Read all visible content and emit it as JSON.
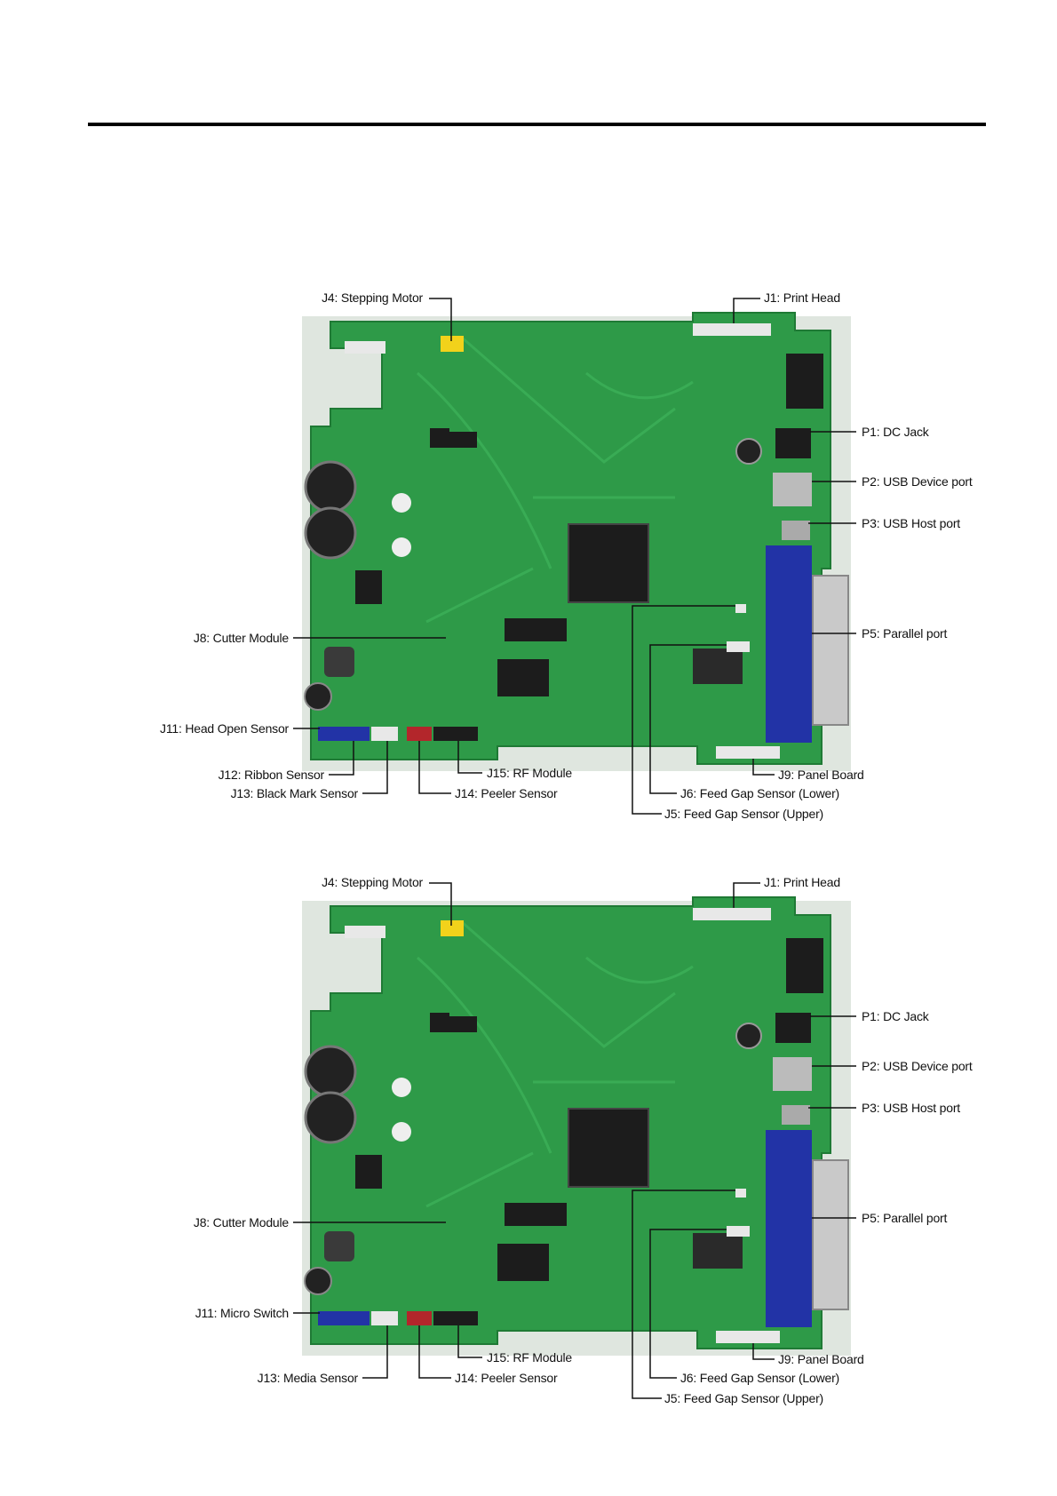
{
  "diagram_1": {
    "labels": {
      "j4": "J4: Stepping Motor",
      "j1": "J1: Print Head",
      "p1": "P1: DC Jack",
      "p2": "P2: USB Device port",
      "p3": "P3: USB Host port",
      "j8": "J8: Cutter Module",
      "p5": "P5: Parallel port",
      "j11": "J11: Head Open Sensor",
      "j12": "J12: Ribbon Sensor",
      "j15": "J15: RF Module",
      "j9": "J9: Panel Board",
      "j13": "J13: Black Mark Sensor",
      "j14": "J14: Peeler Sensor",
      "j6": "J6: Feed Gap Sensor (Lower)",
      "j5": "J5: Feed Gap Sensor (Upper)"
    }
  },
  "diagram_2": {
    "labels": {
      "j4": "J4: Stepping Motor",
      "j1": "J1: Print Head",
      "p1": "P1: DC Jack",
      "p2": "P2: USB Device port",
      "p3": "P3: USB Host port",
      "j8": "J8: Cutter Module",
      "p5": "P5: Parallel port",
      "j11": "J11: Micro Switch",
      "j15": "J15: RF Module",
      "j9": "J9: Panel Board",
      "j13": "J13: Media Sensor",
      "j14": "J14: Peeler Sensor",
      "j6": "J6: Feed Gap Sensor (Lower)",
      "j5": "J5: Feed Gap Sensor (Upper)"
    }
  },
  "colors": {
    "pcb": "#2e9a48",
    "pcb_dark": "#1f7a35",
    "chip": "#1c1c1c",
    "connector_blue": "#2233a6",
    "connector_yellow": "#f2d21b",
    "connector_red": "#b3262b",
    "connector_white": "#e8e8e8",
    "leader": "#111111"
  }
}
